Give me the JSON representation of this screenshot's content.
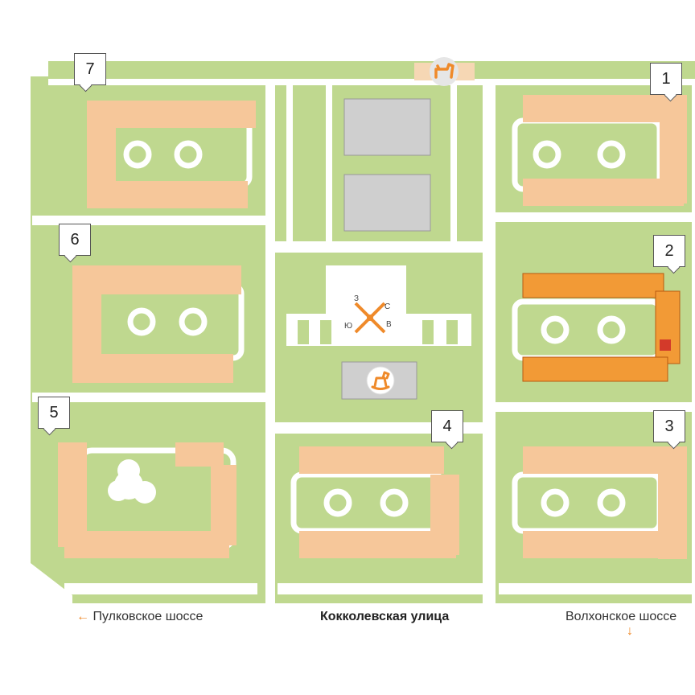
{
  "building_labels": [
    "1",
    "2",
    "3",
    "4",
    "5",
    "6",
    "7"
  ],
  "streets": {
    "left": "Пулковское шоссе",
    "center": "Кокколевская улица",
    "right": "Волхонское шоссе"
  },
  "compass": {
    "north": "С",
    "east": "В",
    "south": "Ю",
    "west": "З"
  },
  "icons": [
    "dog-walking-icon",
    "playground-horse-icon"
  ],
  "colors": {
    "background": "#ffffff",
    "lawn": "#bfd88f",
    "path": "#ffffff",
    "building": "#f6c79a",
    "highlight_building": "#f29a36",
    "highlight_unit": "#d33a2a",
    "parking": "#cfcfcf",
    "accent": "#ef8a2a"
  }
}
